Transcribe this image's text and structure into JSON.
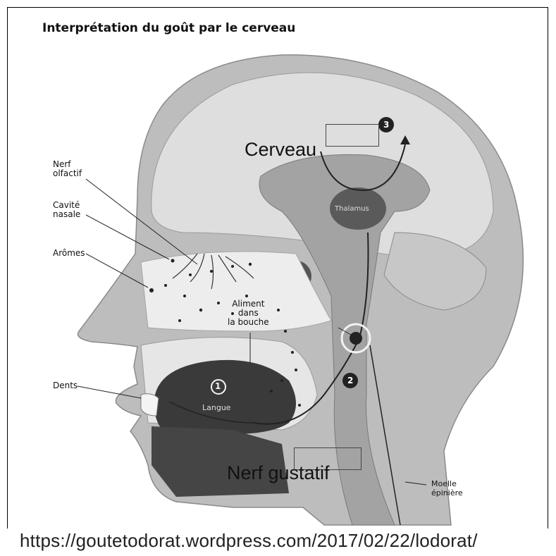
{
  "title": "Interprétation du goût par le cerveau",
  "labels": {
    "nerf_olfactif": "Nerf\nolfactif",
    "cavite_nasale": "Cavité\nnasale",
    "aromes": "Arômes",
    "aliment": "Aliment\ndans\nla bouche",
    "dents": "Dents",
    "langue": "Langue",
    "thalamus": "Thalamus",
    "moelle": "Moelle\népinière"
  },
  "markers": {
    "m1": "1",
    "m2": "2",
    "m3": "3"
  },
  "overlay": {
    "cerveau": "Cerveau",
    "nerf_gustatif": "Nerf gustatif"
  },
  "source_url": "https://goutetodorat.wordpress.com/2017/02/22/lodorat/",
  "colors": {
    "head": "#bdbdbd",
    "brain": "#d9d9d9",
    "midbrain": "#9a9a9a",
    "tongue": "#3a3a3a",
    "thalamus": "#555555",
    "line": "#222222"
  }
}
